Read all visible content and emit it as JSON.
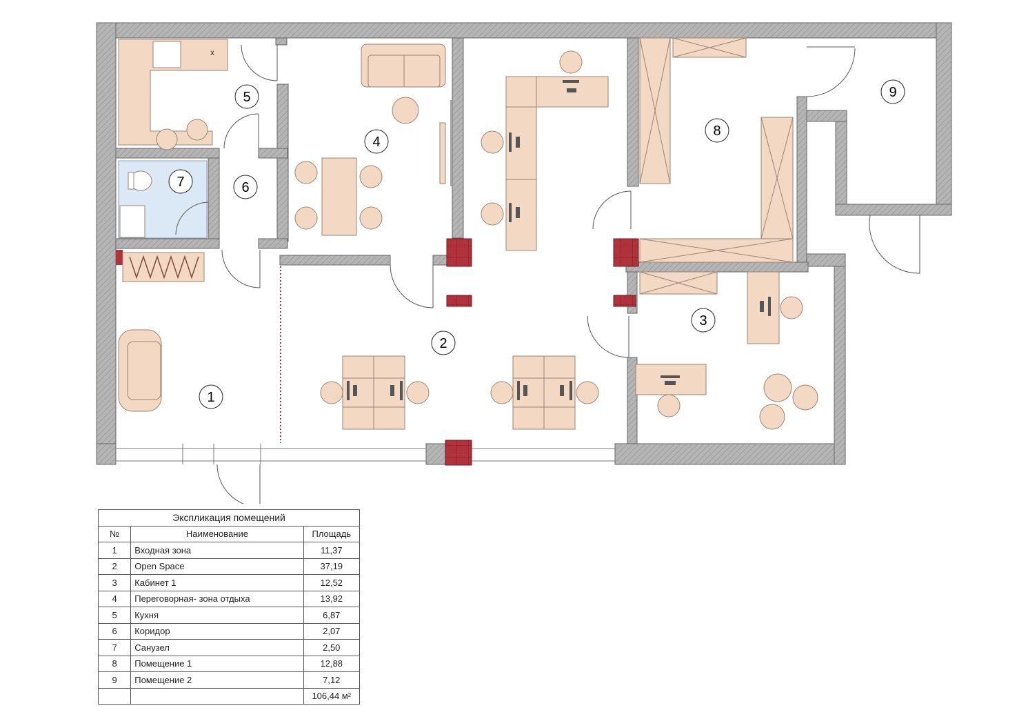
{
  "colors": {
    "wall": "#a9a9a9",
    "wall_hatch": "#c8c8c8",
    "furniture": "#f3d9c4",
    "furniture_stroke": "#9a8474",
    "column": "#b0323c",
    "bathroom": "#dbe9f7",
    "floor": "#ffffff"
  },
  "rooms": [
    {
      "id": "1",
      "label": "1"
    },
    {
      "id": "2",
      "label": "2"
    },
    {
      "id": "3",
      "label": "3"
    },
    {
      "id": "4",
      "label": "4"
    },
    {
      "id": "5",
      "label": "5"
    },
    {
      "id": "6",
      "label": "6"
    },
    {
      "id": "7",
      "label": "7"
    },
    {
      "id": "8",
      "label": "8"
    },
    {
      "id": "9",
      "label": "9"
    }
  ],
  "kitchen_marker": "x",
  "explication": {
    "title": "Экспликация помещений",
    "headers": {
      "num": "№",
      "name": "Наименование",
      "area": "Площадь"
    },
    "rows": [
      {
        "num": "1",
        "name": "Входная зона",
        "area": "11,37"
      },
      {
        "num": "2",
        "name": "Open Space",
        "area": "37,19"
      },
      {
        "num": "3",
        "name": "Кабинет 1",
        "area": "12,52"
      },
      {
        "num": "4",
        "name": "Переговорная- зона отдыха",
        "area": "13,92"
      },
      {
        "num": "5",
        "name": "Кухня",
        "area": "6,87"
      },
      {
        "num": "6",
        "name": "Коридор",
        "area": "2,07"
      },
      {
        "num": "7",
        "name": "Санузел",
        "area": "2,50"
      },
      {
        "num": "8",
        "name": "Помещение 1",
        "area": "12,88"
      },
      {
        "num": "9",
        "name": "Помещение 2",
        "area": "7,12"
      }
    ],
    "total": "106,44 м²"
  }
}
